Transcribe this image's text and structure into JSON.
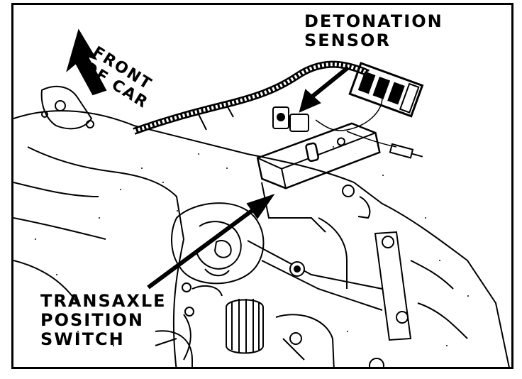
{
  "labels": {
    "detonation_sensor": "DETONATION\nSENSOR",
    "front_of_car": "FRONT\nOF CAR",
    "transaxle_switch": "TRANSAXLE\nPOSITION\nSWITCH"
  },
  "colors": {
    "ink": "#000000",
    "paper": "#ffffff"
  }
}
